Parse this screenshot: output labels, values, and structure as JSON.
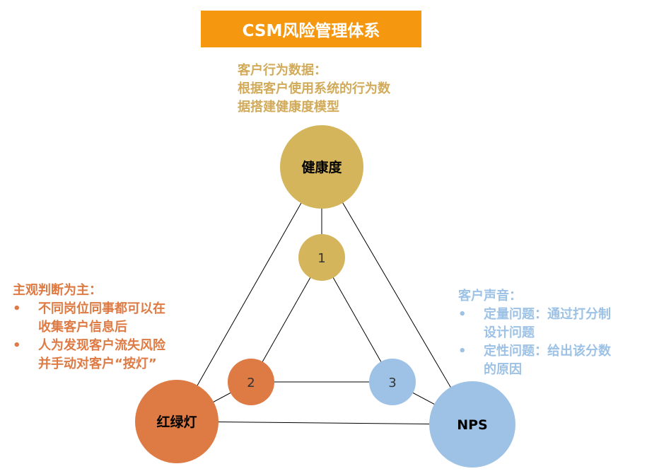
{
  "title": "CSM风险管理体系",
  "top_text": {
    "heading": "客户行为数据：",
    "line1": "根据客户使用系统的行为数",
    "line2": "据搭建健康度模型"
  },
  "left_text": {
    "heading": "主观判断为主：",
    "bullet_char": "•",
    "items": [
      {
        "line1": "不同岗位同事都可以在",
        "line2": "收集客户信息后"
      },
      {
        "line1": "人为发现客户流失风险",
        "line2": "并手动对客户“按灯”"
      }
    ]
  },
  "right_text": {
    "heading": "客户声音：",
    "bullet_char": "•",
    "items": [
      {
        "line1": "定量问题：通过打分制",
        "line2": "设计问题"
      },
      {
        "line1": "定性问题：给出该分数",
        "line2": "的原因"
      }
    ]
  },
  "nodes": {
    "health": {
      "label": "健康度",
      "color": "#d5b55b"
    },
    "redlight": {
      "label": "红绿灯",
      "color": "#de7a43"
    },
    "nps": {
      "label": "NPS",
      "color": "#9dc2e6"
    },
    "n1": {
      "label": "1",
      "color": "#d5b55b"
    },
    "n2": {
      "label": "2",
      "color": "#de7a43"
    },
    "n3": {
      "label": "3",
      "color": "#9dc2e6"
    }
  },
  "colors": {
    "title_bg": "#f5980f",
    "gold": "#d2ab5a",
    "orange": "#de7a43",
    "blue": "#9dc2e6",
    "line": "#000000"
  }
}
